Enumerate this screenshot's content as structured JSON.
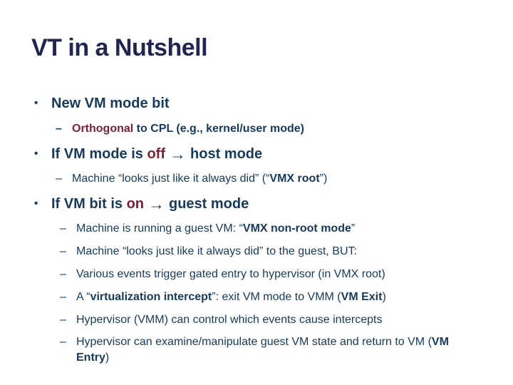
{
  "title": "VT in a Nutshell",
  "colors": {
    "title_navy": "#21254F",
    "body_blue": "#17395A",
    "accent_maroon": "#7A2235",
    "background": "#FFFFFF"
  },
  "bullets": [
    {
      "marker": "•",
      "segments": [
        {
          "text": "New VM mode bit"
        }
      ]
    },
    {
      "marker": "–",
      "segments": [
        {
          "text": "Orthogonal"
        },
        {
          "text": " to CPL (e.g., kernel/user mode)"
        }
      ]
    },
    {
      "marker": "•",
      "segments": [
        {
          "text": "If VM mode is "
        },
        {
          "text": "off"
        },
        {
          "text": "→"
        },
        {
          "text": "host mode"
        }
      ]
    },
    {
      "marker": "–",
      "segments": [
        {
          "text": "Machine “looks just like it always did” (“"
        },
        {
          "text": "VMX root"
        },
        {
          "text": "”)"
        }
      ]
    },
    {
      "marker": "•",
      "segments": [
        {
          "text": "If VM bit is "
        },
        {
          "text": "on"
        },
        {
          "text": "→"
        },
        {
          "text": "guest mode"
        }
      ]
    },
    {
      "marker": "–",
      "segments": [
        {
          "text": "Machine is running a guest VM: “"
        },
        {
          "text": "VMX non-root mode"
        },
        {
          "text": "”"
        }
      ]
    },
    {
      "marker": "–",
      "segments": [
        {
          "text": "Machine “looks just like it always did” to the guest, BUT:"
        }
      ]
    },
    {
      "marker": "–",
      "segments": [
        {
          "text": "Various events trigger gated entry to hypervisor (in VMX root)"
        }
      ]
    },
    {
      "marker": "–",
      "segments": [
        {
          "text": "A “"
        },
        {
          "text": "virtualization intercept"
        },
        {
          "text": "”: exit VM mode to VMM ("
        },
        {
          "text": "VM Exit"
        },
        {
          "text": ")"
        }
      ]
    },
    {
      "marker": "–",
      "segments": [
        {
          "text": "Hypervisor (VMM) can control which events cause intercepts"
        }
      ]
    },
    {
      "marker": "–",
      "segments": [
        {
          "text": "Hypervisor can examine/manipulate guest VM state and return to VM ("
        },
        {
          "text": "VM Entry"
        },
        {
          "text": ")"
        }
      ]
    }
  ]
}
